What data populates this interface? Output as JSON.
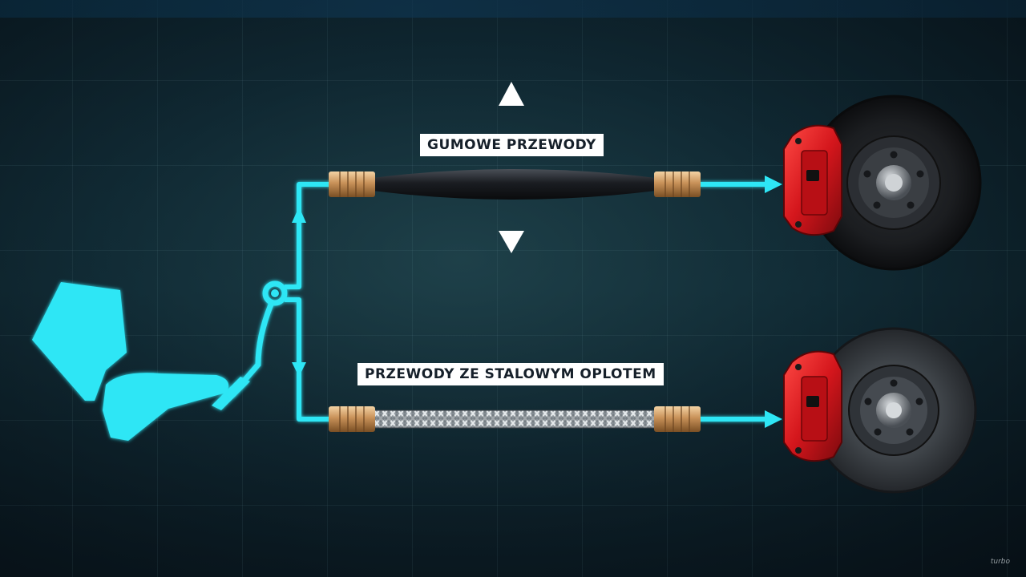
{
  "labels": {
    "rubber_hose": "GUMOWE PRZEWODY",
    "steel_braided_hose": "PRZEWODY ZE STALOWYM OPLOTEM"
  },
  "watermark": "turbo",
  "colors": {
    "accent_cyan": "#2ee6f5",
    "caliper_red": "#d4161c",
    "rubber_hose": "#1a1d22",
    "fitting_brass": "#c89158",
    "label_bg": "#ffffff"
  },
  "icons": [
    "foot-on-pedal-icon",
    "expand-up-arrow-icon",
    "contract-down-arrow-icon",
    "brake-disc-icon",
    "caliper-icon"
  ]
}
